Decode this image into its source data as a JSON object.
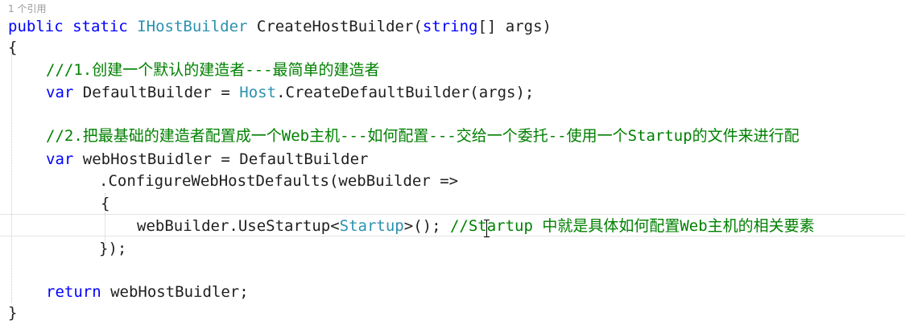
{
  "codelens": "1 个引用",
  "lines": {
    "l1": {
      "kw1": "public",
      "kw2": "static",
      "type": "IHostBuilder",
      "name": "CreateHostBuilder",
      "open": "(",
      "kw3": "string",
      "rest": "[] args)"
    },
    "l2": {
      "text": "{"
    },
    "l3": {
      "comment": "///1.创建一个默认的建造者---最简单的建造者"
    },
    "l4": {
      "kw": "var",
      "ident": "DefaultBuilder",
      "op": "=",
      "type": "Host",
      "rest": ".CreateDefaultBuilder(args);"
    },
    "l6": {
      "comment": "//2.把最基础的建造者配置成一个Web主机---如何配置---交给一个委托--使用一个Startup的文件来进行配"
    },
    "l7": {
      "kw": "var",
      "ident": "webHostBuidler",
      "op": "=",
      "rest": "DefaultBuilder"
    },
    "l8": {
      "text": ".ConfigureWebHostDefaults(webBuilder =>"
    },
    "l9": {
      "text": "{"
    },
    "l10": {
      "code1": "webBuilder.UseStartup<",
      "type": "Startup",
      "code2": ">();",
      "comment": "//Startup 中就是具体如何配置Web主机的相关要素"
    },
    "l11": {
      "text": "});"
    },
    "l13": {
      "kw": "return",
      "rest": "webHostBuidler;"
    },
    "l14": {
      "text": "}"
    }
  },
  "colors": {
    "keyword": "#0000ff",
    "type": "#2b91af",
    "comment": "#008000",
    "text": "#1f1f1f"
  }
}
